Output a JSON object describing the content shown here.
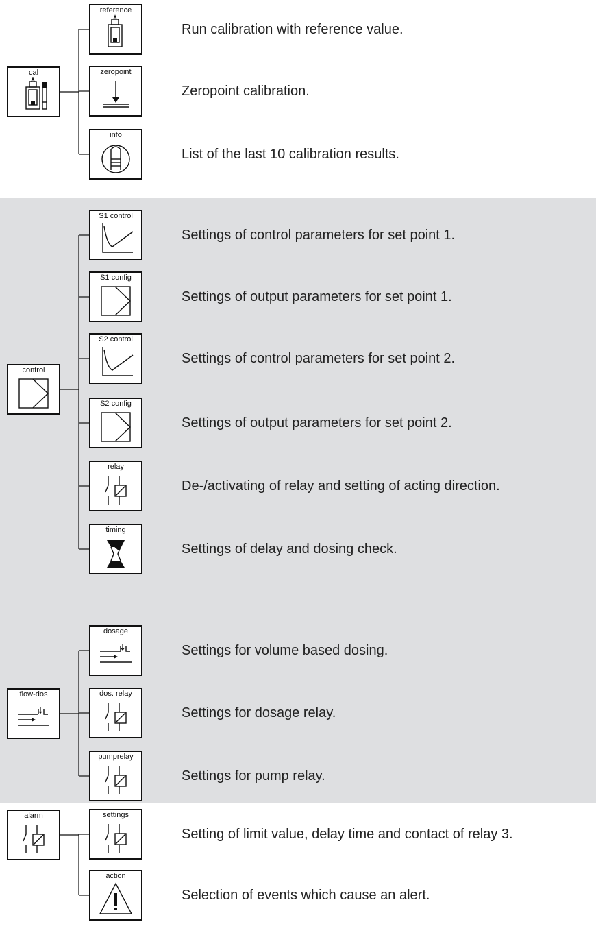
{
  "groups": [
    {
      "root": {
        "label": "cal",
        "icon": "calibration-bottle-icon"
      },
      "items": [
        {
          "label": "reference",
          "icon": "bottle-icon",
          "description": "Run calibration with reference value."
        },
        {
          "label": "zeropoint",
          "icon": "zeropoint-arrow-icon",
          "description": "Zeropoint calibration."
        },
        {
          "label": "info",
          "icon": "info-probe-icon",
          "description": "List of the last 10 calibration results."
        }
      ]
    },
    {
      "root": {
        "label": "control",
        "icon": "output-chevron-icon"
      },
      "items": [
        {
          "label": "S1 control",
          "icon": "control-curve-icon",
          "description": "Settings of control parameters for set point 1."
        },
        {
          "label": "S1 config",
          "icon": "output-chevron-icon",
          "description": "Settings of output parameters for set point 1."
        },
        {
          "label": "S2 control",
          "icon": "control-curve-icon",
          "description": "Settings of control parameters for set point 2."
        },
        {
          "label": "S2 config",
          "icon": "output-chevron-icon",
          "description": "Settings of output parameters for set point 2."
        },
        {
          "label": "relay",
          "icon": "relay-icon",
          "description": "De-/activating of relay and setting of acting direction."
        },
        {
          "label": "timing",
          "icon": "hourglass-icon",
          "description": "Settings of delay and dosing check."
        }
      ]
    },
    {
      "root": {
        "label": "flow-dos",
        "icon": "flow-dosing-icon"
      },
      "items": [
        {
          "label": "dosage",
          "icon": "flow-dosing-icon",
          "description": "Settings for volume based dosing."
        },
        {
          "label": "dos. relay",
          "icon": "relay-icon",
          "description": "Settings for dosage relay."
        },
        {
          "label": "pumprelay",
          "icon": "relay-icon",
          "description": "Settings for pump relay."
        }
      ]
    },
    {
      "root": {
        "label": "alarm",
        "icon": "relay-icon"
      },
      "items": [
        {
          "label": "settings",
          "icon": "relay-icon",
          "description": "Setting of limit value, delay time and contact of relay 3."
        },
        {
          "label": "action",
          "icon": "warning-triangle-icon",
          "description": "Selection of events which cause an alert."
        }
      ]
    }
  ],
  "colors": {
    "band": "#dedfe1",
    "line": "#111111",
    "text": "#222222"
  }
}
